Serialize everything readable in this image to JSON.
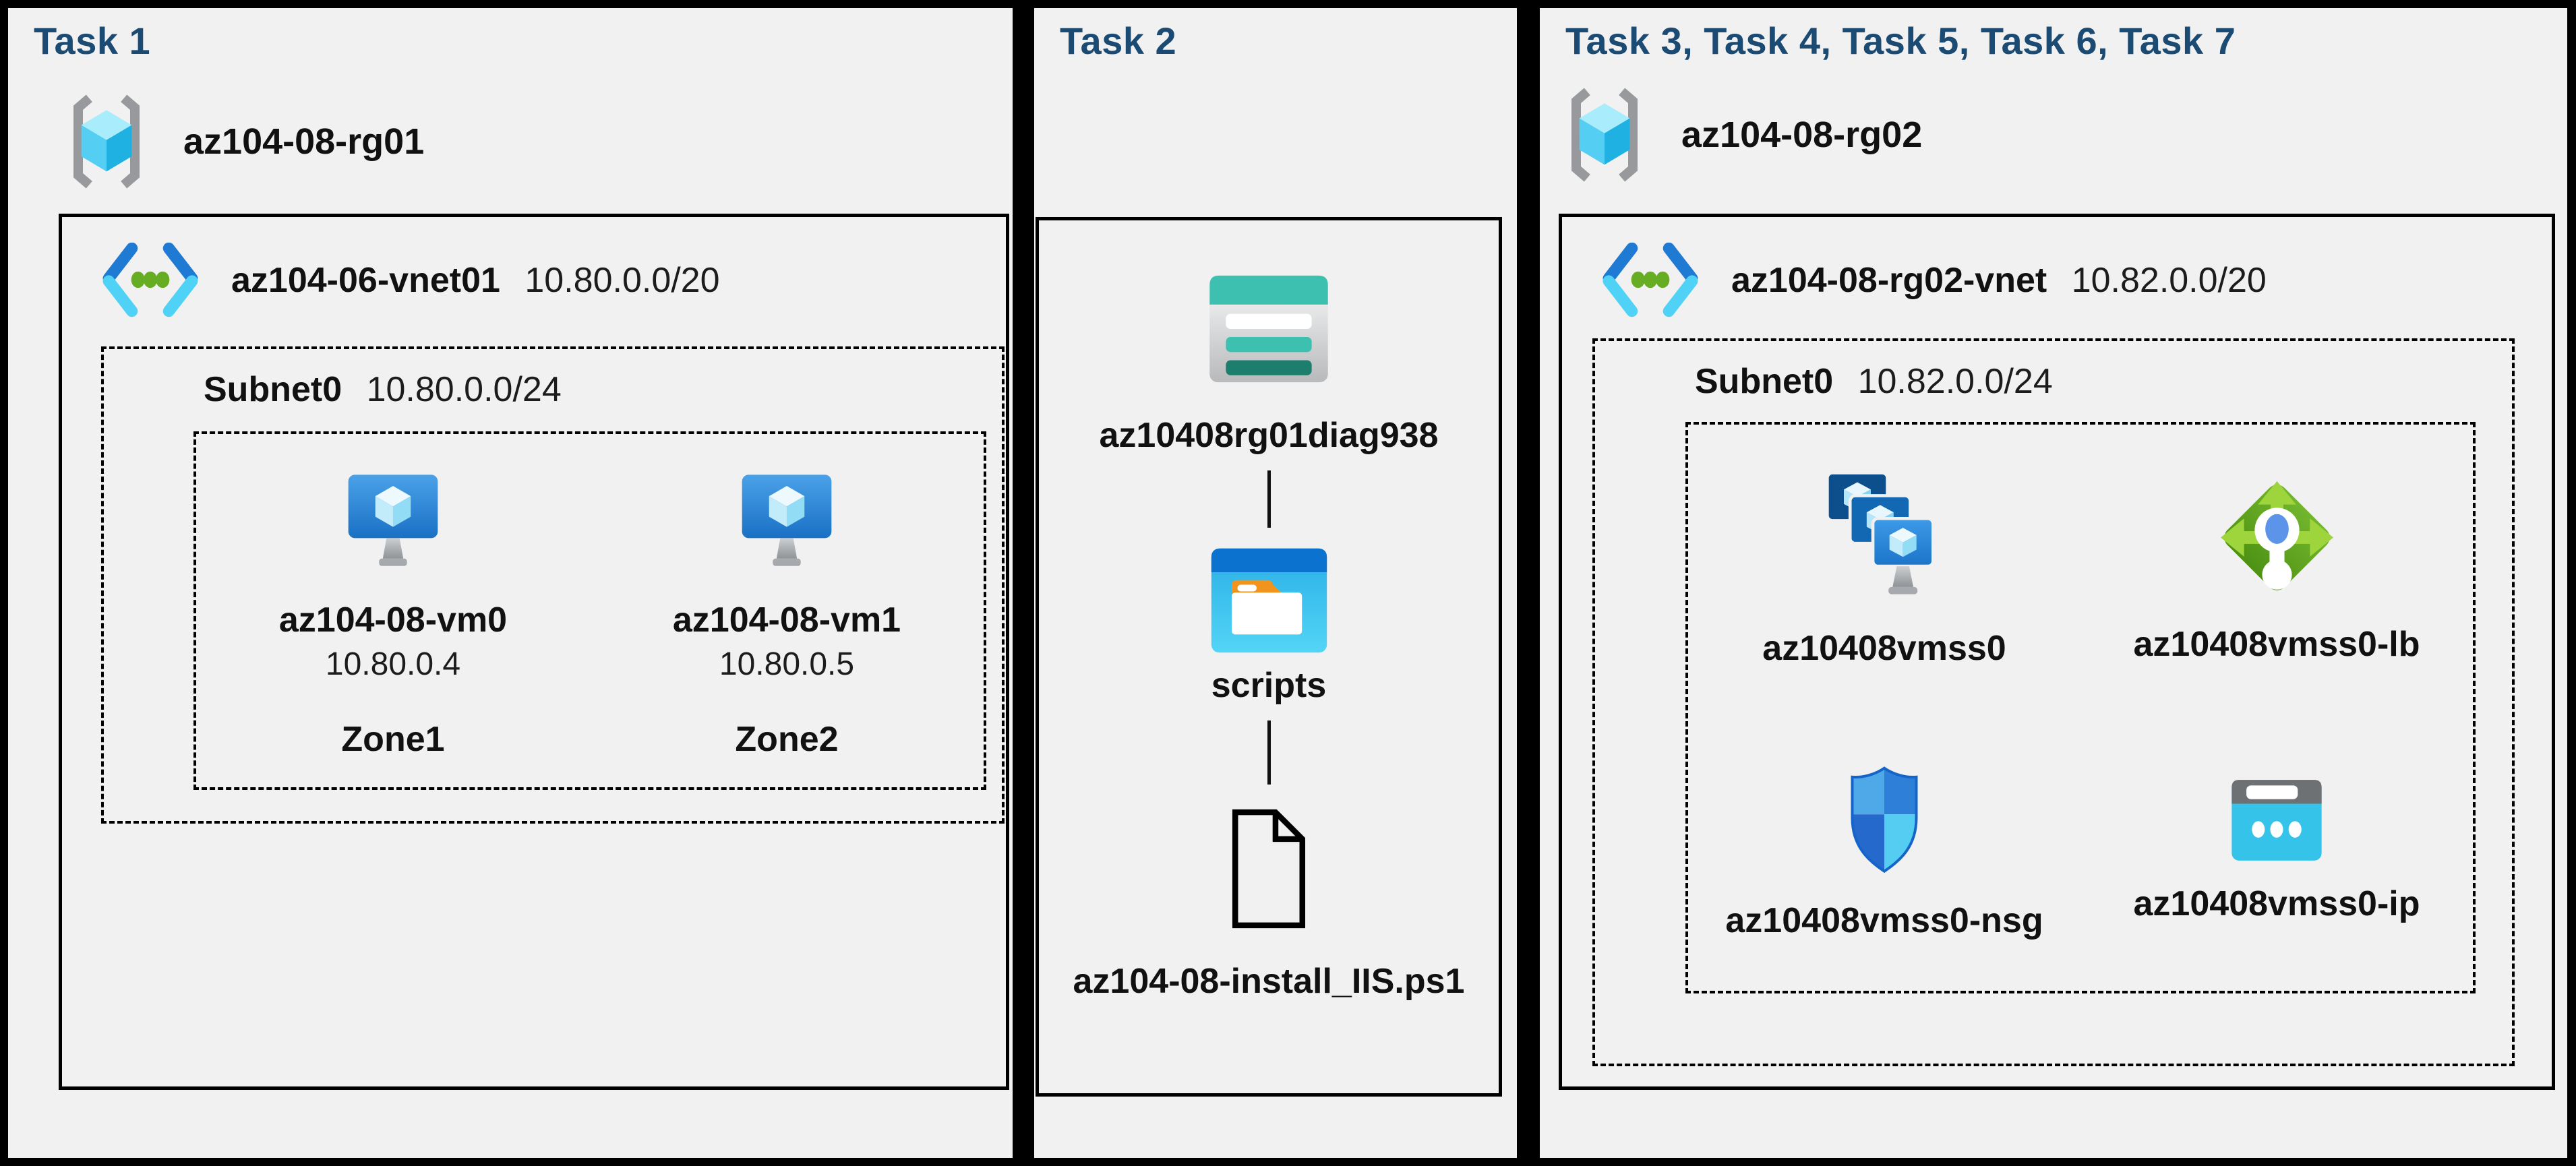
{
  "colors": {
    "title_navy": "#1b4a73",
    "panel_background": "#f1f1f2",
    "outline_black": "#000000",
    "vnet_chevron_blue": "#1e7ad2",
    "vnet_chevron_cyan": "#50d2f6",
    "vnet_dot_green": "#66ad24",
    "storage_teal": "#3ec0b0",
    "blob_header_blue": "#0b72d0",
    "lb_green": "#61a823",
    "ip_cyan": "#35c3ea"
  },
  "task1": {
    "title": "Task 1",
    "rg": {
      "name": "az104-08-rg01",
      "icon": "resource-group-icon"
    },
    "vnet": {
      "name": "az104-06-vnet01",
      "cidr": "10.80.0.0/20",
      "icon": "virtual-network-icon"
    },
    "subnet": {
      "name": "Subnet0",
      "cidr": "10.80.0.0/24"
    },
    "vms": [
      {
        "name": "az104-08-vm0",
        "ip": "10.80.0.4",
        "zone": "Zone1",
        "icon": "virtual-machine-icon"
      },
      {
        "name": "az104-08-vm1",
        "ip": "10.80.0.5",
        "zone": "Zone2",
        "icon": "virtual-machine-icon"
      }
    ]
  },
  "task2": {
    "title": "Task 2",
    "storage_account": {
      "name": "az10408rg01diag938",
      "icon": "storage-account-icon"
    },
    "container": {
      "name": "scripts",
      "icon": "blob-container-icon"
    },
    "file": {
      "name": "az104-08-install_IIS.ps1",
      "icon": "script-file-icon"
    }
  },
  "task37": {
    "title": "Task 3, Task 4, Task 5, Task 6, Task 7",
    "rg": {
      "name": "az104-08-rg02",
      "icon": "resource-group-icon"
    },
    "vnet": {
      "name": "az104-08-rg02-vnet",
      "cidr": "10.82.0.0/20",
      "icon": "virtual-network-icon"
    },
    "subnet": {
      "name": "Subnet0",
      "cidr": "10.82.0.0/24"
    },
    "resources": [
      {
        "name": "az10408vmss0",
        "icon": "vm-scale-set-icon"
      },
      {
        "name": "az10408vmss0-lb",
        "icon": "load-balancer-icon"
      },
      {
        "name": "az10408vmss0-nsg",
        "icon": "network-security-group-icon"
      },
      {
        "name": "az10408vmss0-ip",
        "icon": "public-ip-icon"
      }
    ]
  }
}
